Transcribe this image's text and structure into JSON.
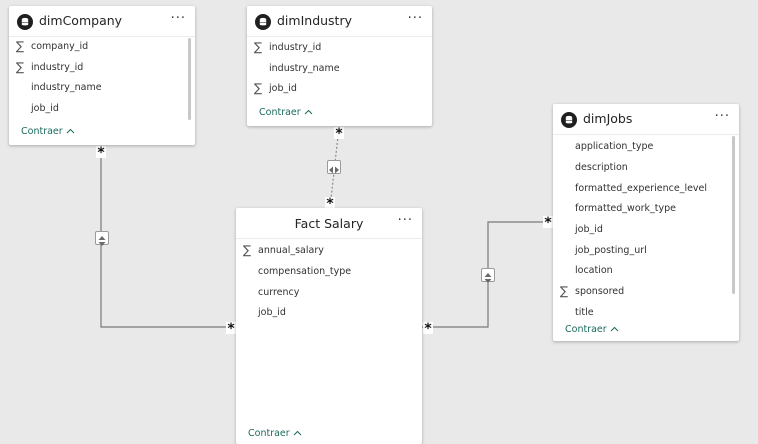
{
  "tables": {
    "dimCompany": {
      "title": "dimCompany",
      "fields": [
        "company_id",
        "industry_id",
        "industry_name",
        "job_id"
      ],
      "collapse_label": "Contraer"
    },
    "dimIndustry": {
      "title": "dimIndustry",
      "fields": [
        "industry_id",
        "industry_name",
        "job_id"
      ],
      "collapse_label": "Contraer"
    },
    "factSalary": {
      "title": "Fact Salary",
      "fields": [
        "annual_salary",
        "compensation_type",
        "currency",
        "job_id"
      ],
      "collapse_label": "Contraer"
    },
    "dimJobs": {
      "title": "dimJobs",
      "fields": [
        "application_type",
        "description",
        "formatted_experience_level",
        "formatted_work_type",
        "job_id",
        "job_posting_url",
        "location",
        "sponsored",
        "title"
      ],
      "collapse_label": "Contraer"
    }
  },
  "symbols": {
    "sigma": "∑",
    "more": "···",
    "caret_up": "^",
    "many": "*"
  },
  "colors": {
    "canvas": "#e9e9e9",
    "link": "#1b6b5d",
    "line": "#7a7a7a"
  }
}
